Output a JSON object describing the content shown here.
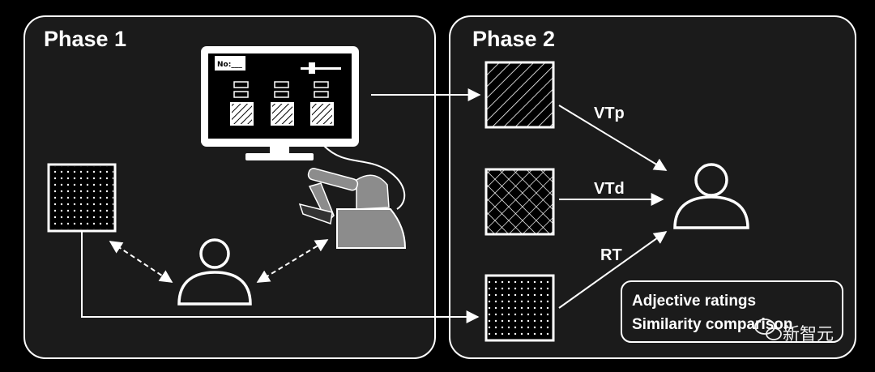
{
  "phase1": {
    "title": "Phase 1"
  },
  "phase2": {
    "title": "Phase 2"
  },
  "monitor": {
    "field_label": "No:___"
  },
  "edges": {
    "vtp": "VTp",
    "vtd": "VTd",
    "rt": "RT"
  },
  "outputs": {
    "line1": "Adjective ratings",
    "line2": "Similarity comparison"
  },
  "watermark": {
    "text": "新智元"
  },
  "colors": {
    "background": "#000000",
    "panel": "#1b1b1b",
    "stroke": "#ffffff",
    "robot_gray": "#8c8c8c"
  }
}
